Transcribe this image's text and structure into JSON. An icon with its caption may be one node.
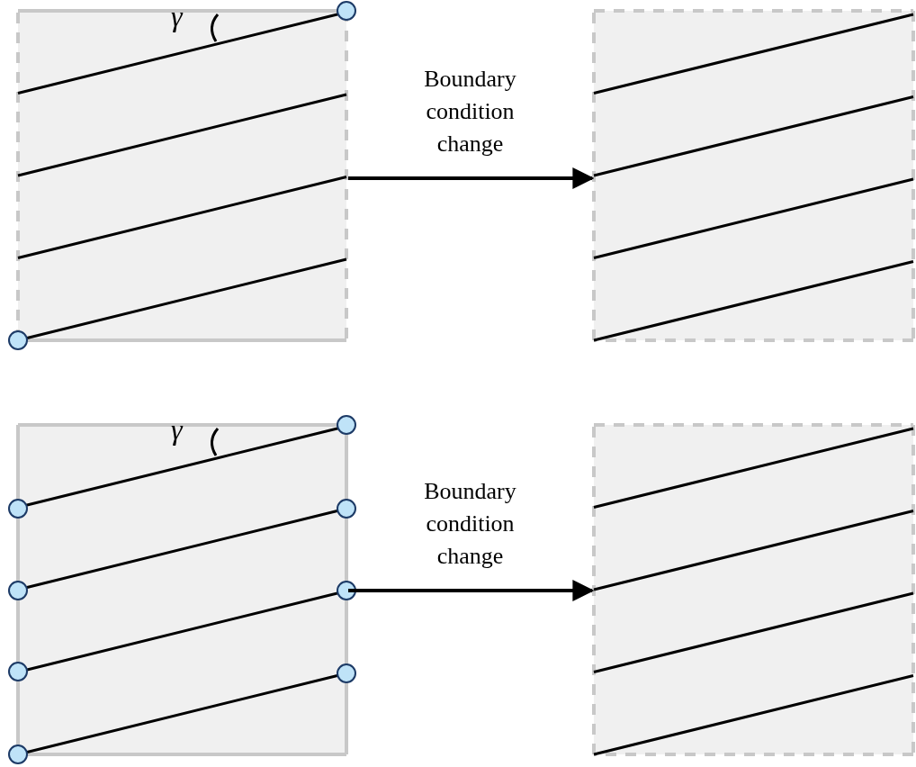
{
  "diagram": {
    "nodes": [
      {
        "text": [],
        "shape": "box"
      },
      {
        "text": [],
        "shape": "box"
      },
      {
        "text": [],
        "shape": "box"
      },
      {
        "text": [],
        "shape": "box"
      }
    ],
    "edges": [
      {
        "from": 0,
        "to": 1,
        "arrow": "to",
        "label": "Boundary condition change"
      },
      {
        "from": 2,
        "to": 3,
        "arrow": "to",
        "label": "Boundary condition change"
      }
    ],
    "labels": [
      "γ",
      "γ"
    ]
  }
}
